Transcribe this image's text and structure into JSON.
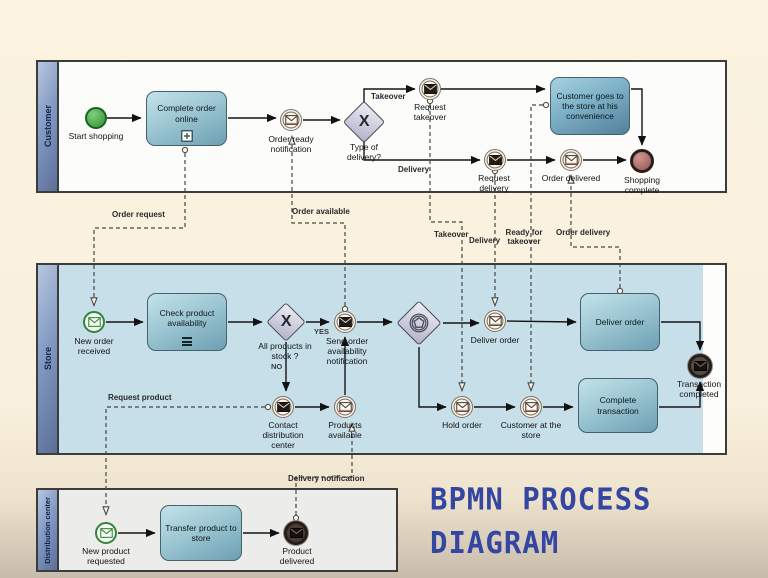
{
  "title": {
    "line1": "BPMN PROCESS",
    "line2": "DIAGRAM"
  },
  "lanes": {
    "customer": "Customer",
    "store": "Store",
    "distribution": "Distribution center"
  },
  "customer": {
    "start_label": "Start shopping",
    "complete_order_task": "Complete order online",
    "order_ready_event": "Order ready notification",
    "type_of_delivery_gateway": "Type of delivery?",
    "takeover_branch": "Takeover",
    "delivery_branch": "Delivery",
    "request_takeover_event": "Request takeover",
    "request_delivery_event": "Request delivery",
    "goto_store_task": "Customer goes to the store at his convenience",
    "order_delivered_event": "Order delivered",
    "end_label": "Shopping complete"
  },
  "store": {
    "start_label": "New order received",
    "check_availability_task": "Check product availability",
    "stock_gateway": "All products in stock ?",
    "yes": "YES",
    "no": "NO",
    "send_notification_event": "Send order availability notification",
    "contact_dc_event": "Contact distribution center",
    "products_available_event": "Products available",
    "deliver_order_event": "Deliver order",
    "hold_order_event": "Hold order",
    "customer_at_store_event": "Customer at the store",
    "deliver_order_task": "Deliver order",
    "complete_transaction_task": "Complete transaction",
    "end_label": "Transaction completed"
  },
  "distribution": {
    "start_label": "New product requested",
    "transfer_task": "Transfer product to store",
    "end_label": "Product delivered"
  },
  "message_flows": {
    "order_request": "Order request",
    "order_available": "Order available",
    "takeover": "Takeover",
    "delivery": "Delivery",
    "ready_for_takeover": "Ready for takeover",
    "order_delivery": "Order delivery",
    "request_product": "Request product",
    "delivery_notification": "Delivery notification"
  },
  "colors": {
    "background": "#f9f0de",
    "lane_label_bar": "#8299c2",
    "customer_lane": "#fcfcfa",
    "store_lane": "#c6dfe9",
    "distribution_lane": "#ececea",
    "task_fill_light": "#c4e2e9",
    "task_fill_dark": "#6d9fb2",
    "start_event_green": "#35823a",
    "end_event_red": "#95544e",
    "title_blue": "#3545a2"
  }
}
